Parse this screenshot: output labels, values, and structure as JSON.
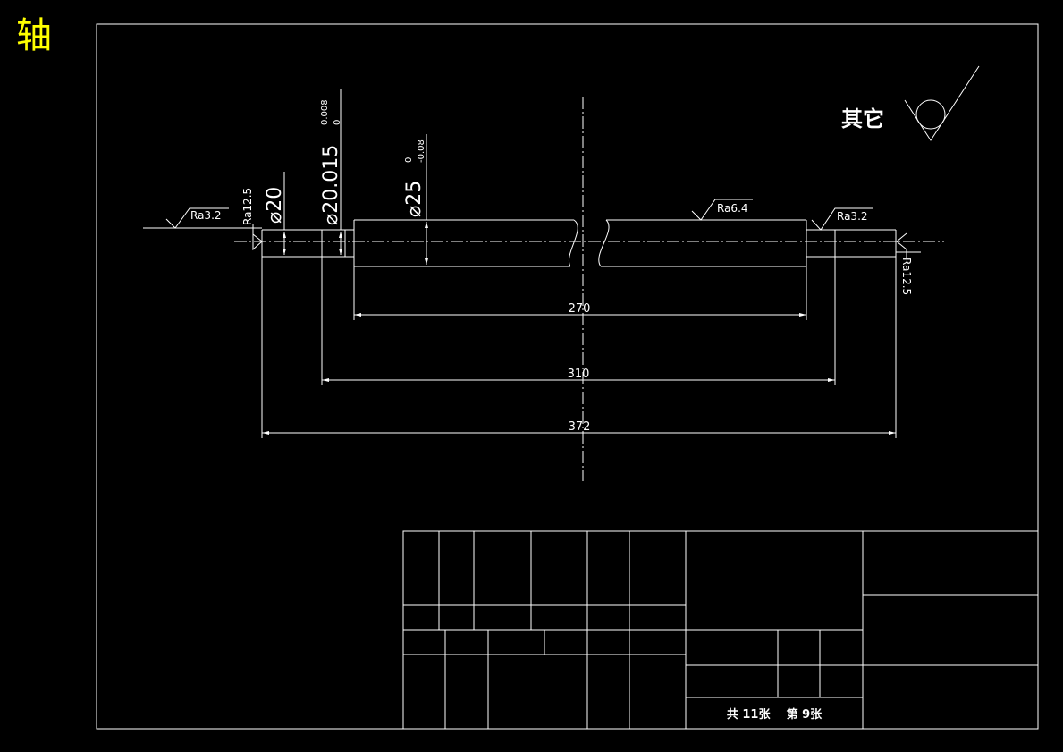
{
  "part_name": "轴",
  "general_roughness_label": "其它",
  "roughness_marks": {
    "left_shaft_end": "Ra3.2",
    "left_face": "Ra12.5",
    "middle": "Ra6.4",
    "right_shaft_end": "Ra3.2",
    "right_face": "Ra12.5"
  },
  "dimensions": {
    "dia_20": "⌀20",
    "dia_20015": "⌀20.015",
    "dia_20015_upper": "0.008",
    "dia_20015_lower": "0",
    "dia_25": "⌀25",
    "dia_25_upper": "0",
    "dia_25_lower": "-0.08",
    "len_270": "270",
    "len_310": "310",
    "len_372": "372"
  },
  "title_block": {
    "sheet_info": "共 11张    第 9张"
  },
  "colors": {
    "background": "#000000",
    "lines": "#ffffff",
    "title": "#ffff00"
  }
}
